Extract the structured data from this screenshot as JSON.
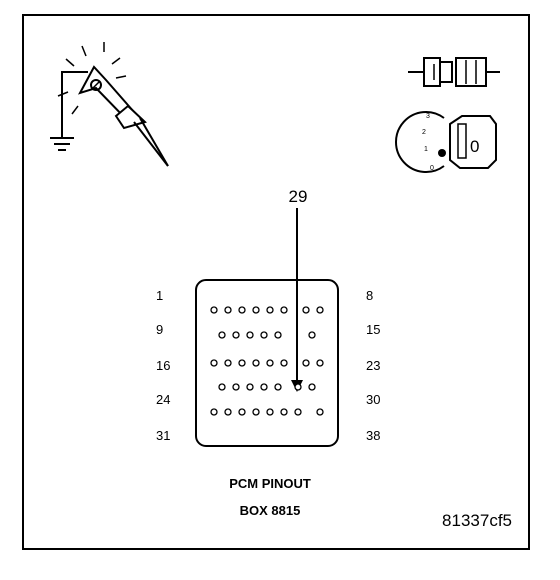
{
  "callout": {
    "pin": "29"
  },
  "pin_labels": {
    "left": [
      "1",
      "9",
      "16",
      "24",
      "31"
    ],
    "right": [
      "8",
      "15",
      "23",
      "30",
      "38"
    ]
  },
  "caption": {
    "line1": "PCM PINOUT",
    "line2": "BOX 8815"
  },
  "figure_code": "81337cf5",
  "ignition": {
    "positions": [
      "3",
      "2",
      "1",
      "0"
    ],
    "key_label": "0"
  },
  "icons": {
    "probe": "test-probe-ground-icon",
    "connector": "disconnected-connector-icon",
    "ignition": "ignition-key-off-icon"
  }
}
